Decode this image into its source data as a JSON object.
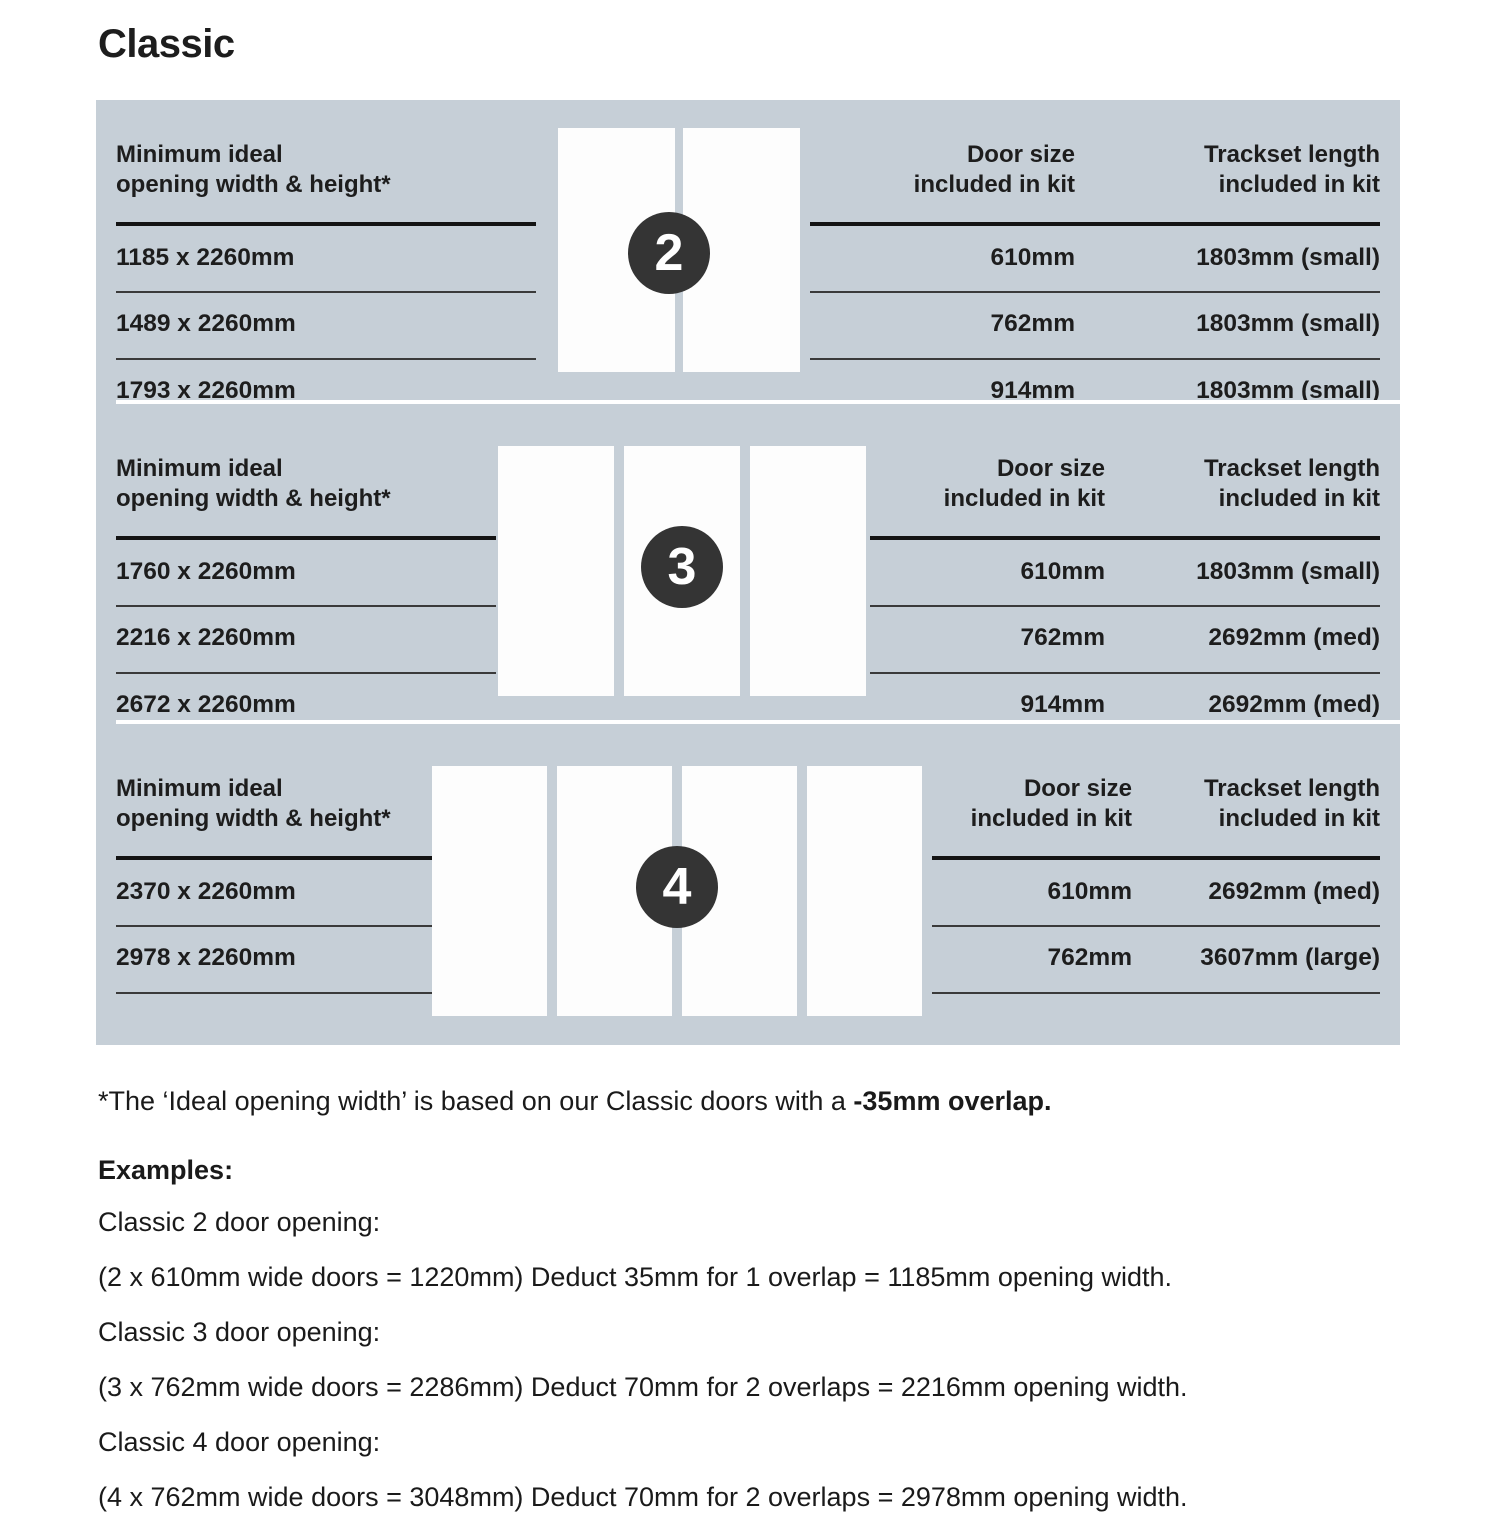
{
  "title": "Classic",
  "colors": {
    "panel_bg": "#c6cfd7",
    "badge_bg": "#343434",
    "door_fill": "#fdfdfd",
    "rule_dark": "#141414",
    "text": "#1a1a1a"
  },
  "headers": {
    "opening": "Minimum ideal\nopening width & height*",
    "door_size": "Door size\nincluded in kit",
    "trackset": "Trackset length\nincluded in kit"
  },
  "sections": [
    {
      "badge": "2",
      "door_count": 2,
      "rows": [
        {
          "opening": "1185 x 2260mm",
          "door_size": "610mm",
          "trackset": "1803mm (small)"
        },
        {
          "opening": "1489 x 2260mm",
          "door_size": "762mm",
          "trackset": "1803mm (small)"
        },
        {
          "opening": "1793 x 2260mm",
          "door_size": "914mm",
          "trackset": "1803mm (small)"
        }
      ]
    },
    {
      "badge": "3",
      "door_count": 3,
      "rows": [
        {
          "opening": "1760 x 2260mm",
          "door_size": "610mm",
          "trackset": "1803mm (small)"
        },
        {
          "opening": "2216 x 2260mm",
          "door_size": "762mm",
          "trackset": "2692mm (med)"
        },
        {
          "opening": "2672 x 2260mm",
          "door_size": "914mm",
          "trackset": "2692mm (med)"
        }
      ]
    },
    {
      "badge": "4",
      "door_count": 4,
      "rows": [
        {
          "opening": "2370 x 2260mm",
          "door_size": "610mm",
          "trackset": "2692mm (med)"
        },
        {
          "opening": "2978 x 2260mm",
          "door_size": "762mm",
          "trackset": "3607mm (large)"
        }
      ]
    }
  ],
  "footnote": {
    "lead": "*The ‘Ideal opening width’ is based on our Classic doors with a ",
    "bold": "-35mm overlap."
  },
  "examples": {
    "heading": "Examples:",
    "lines": [
      "Classic 2 door opening:",
      "(2 x 610mm wide doors = 1220mm)  Deduct 35mm for 1 overlap = 1185mm opening width.",
      "Classic 3 door opening:",
      "(3 x 762mm wide doors = 2286mm)  Deduct 70mm for 2 overlaps = 2216mm opening width.",
      "Classic 4 door opening:",
      "(4 x 762mm wide doors = 3048mm)  Deduct 70mm for 2 overlaps = 2978mm opening width."
    ]
  }
}
